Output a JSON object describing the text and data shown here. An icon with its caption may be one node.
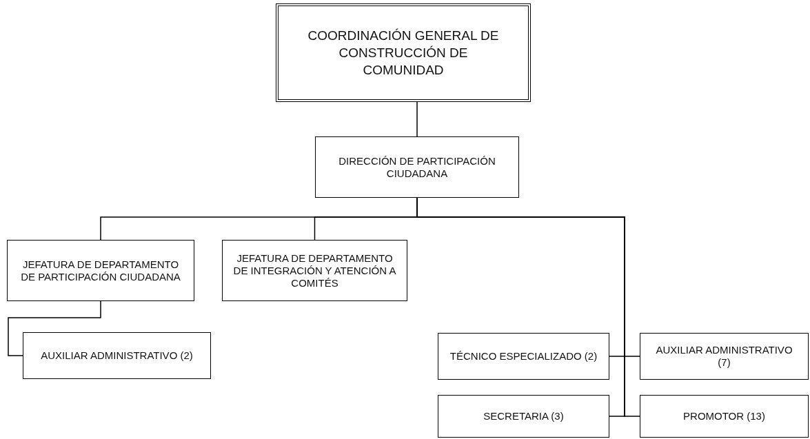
{
  "diagram": {
    "nodes": [
      {
        "text": [
          "COORDINACIÓN GENERAL DE CONSTRUCCIÓN DE COMUNIDAD"
        ]
      },
      {
        "text": [
          "DIRECCIÓN DE PARTICIPACIÓN CIUDADANA"
        ]
      },
      {
        "text": [
          "JEFATURA DE DEPARTAMENTO DE PARTICIPACIÓN CIUDADANA"
        ]
      },
      {
        "text": [
          "JEFATURA DE DEPARTAMENTO DE INTEGRACIÓN Y ATENCIÓN A COMITÉS"
        ]
      },
      {
        "text": [
          "AUXILIAR ADMINISTRATIVO (2)"
        ]
      },
      {
        "text": [
          "TÉCNICO ESPECIALIZADO (2)"
        ]
      },
      {
        "text": [
          "AUXILIAR ADMINISTRATIVO (7)"
        ]
      },
      {
        "text": [
          "SECRETARIA (3)"
        ]
      },
      {
        "text": [
          "PROMOTOR (13)"
        ]
      }
    ],
    "edges": [
      {
        "from": 0,
        "to": 1,
        "arrow": "none"
      },
      {
        "from": 1,
        "to": 2,
        "arrow": "none"
      },
      {
        "from": 1,
        "to": 3,
        "arrow": "none"
      },
      {
        "from": 2,
        "to": 4,
        "arrow": "none"
      },
      {
        "from": 1,
        "to": 5,
        "arrow": "none"
      },
      {
        "from": 1,
        "to": 6,
        "arrow": "none"
      },
      {
        "from": 1,
        "to": 7,
        "arrow": "none"
      },
      {
        "from": 1,
        "to": 8,
        "arrow": "none"
      }
    ]
  }
}
